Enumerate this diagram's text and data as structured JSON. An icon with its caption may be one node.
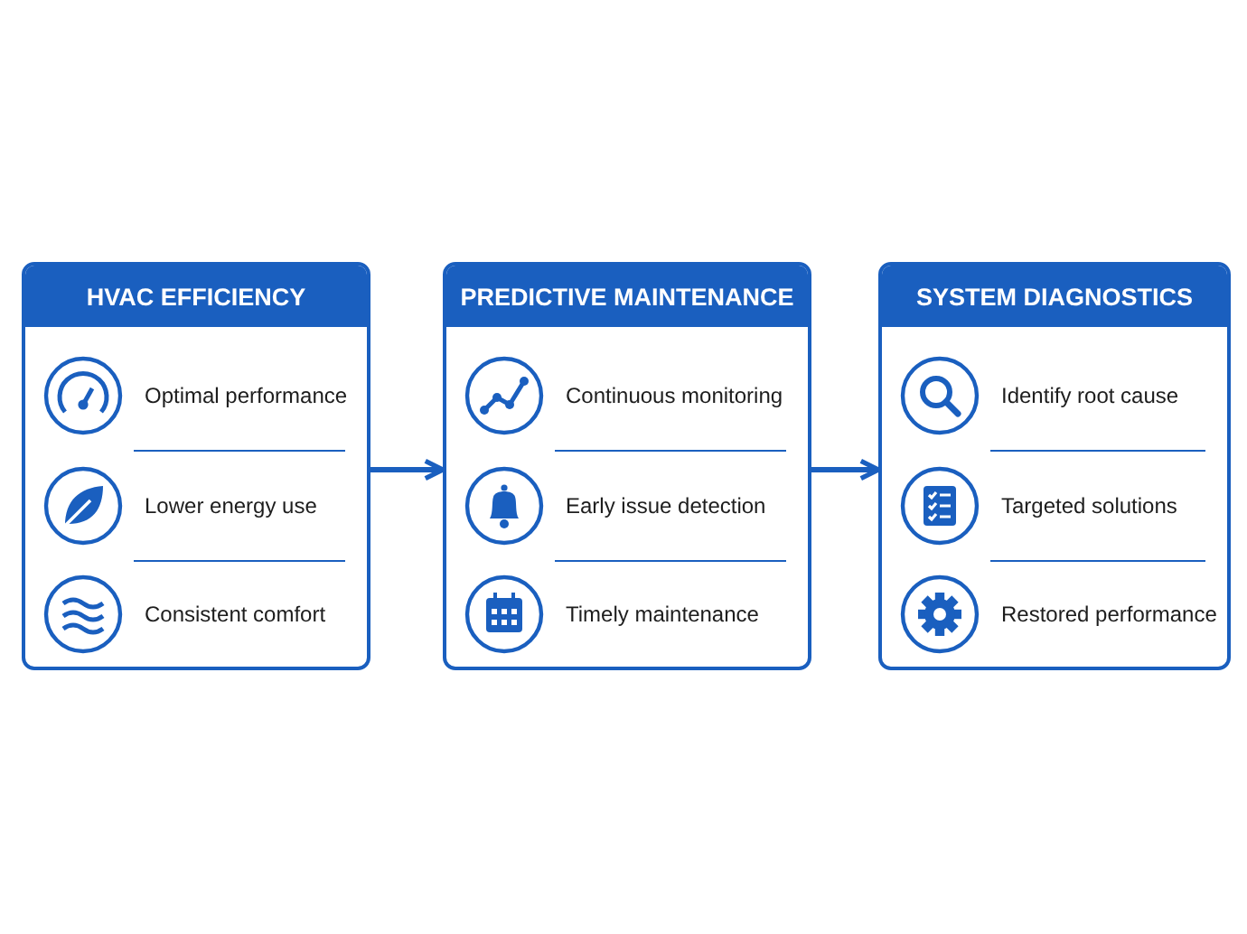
{
  "diagram": {
    "nodes": [
      {
        "text": [
          "HVAC EFFICIENCY",
          "Optimal performance",
          "Lower energy use",
          "Consistent comfort"
        ]
      },
      {
        "text": [
          "PREDICTIVE MAINTENANCE",
          "Continuous monitoring",
          "Early issue detection",
          "Timely maintenance"
        ]
      },
      {
        "text": [
          "SYSTEM DIAGNOSTICS",
          "Identify root cause",
          "Targeted solutions",
          "Restored performance"
        ]
      }
    ],
    "edges": [
      {
        "from": 0,
        "to": 1,
        "arrow": "to"
      },
      {
        "from": 1,
        "to": 2,
        "arrow": "to"
      }
    ]
  }
}
